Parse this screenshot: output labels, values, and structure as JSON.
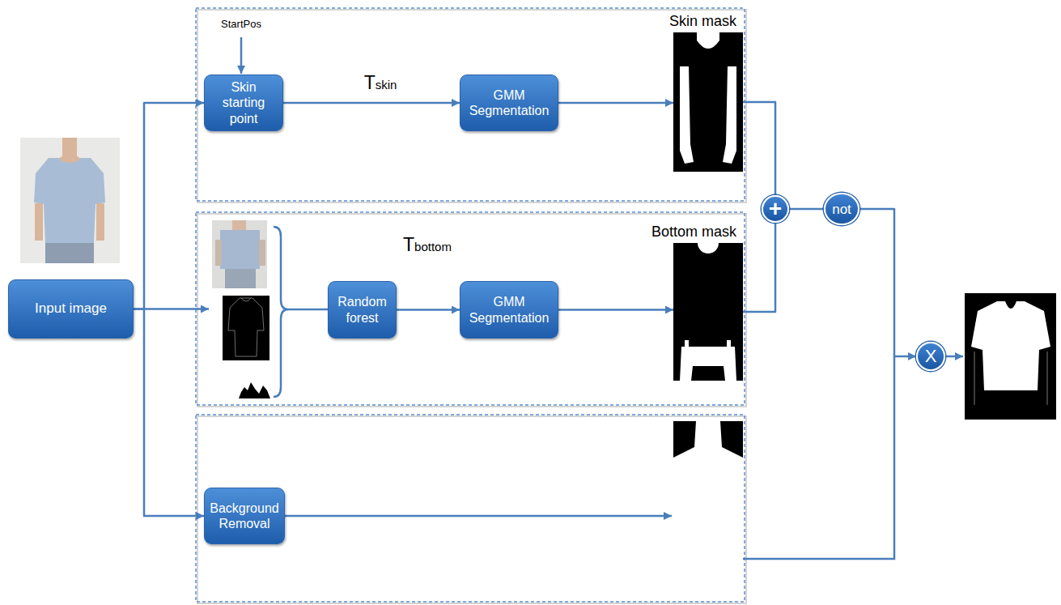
{
  "diagram": {
    "nodes": [
      {
        "text": [
          "Input image"
        ]
      },
      {
        "text": [
          "Skin starting point"
        ]
      },
      {
        "text": [
          "GMM Segmentation"
        ]
      },
      {
        "text": [
          "Skin mask"
        ]
      },
      {
        "text": [
          "Random forest"
        ]
      },
      {
        "text": [
          "GMM Segmentation"
        ]
      },
      {
        "text": [
          "Bottom mask"
        ]
      },
      {
        "text": [
          "Background Removal"
        ]
      },
      {
        "text": [
          "+"
        ]
      },
      {
        "text": [
          "not"
        ]
      },
      {
        "text": [
          "X"
        ]
      }
    ],
    "edges": [
      {
        "from": 0,
        "to": 1,
        "arrow": "to"
      },
      {
        "from": 0,
        "to": 7,
        "arrow": "to"
      },
      {
        "from": 1,
        "to": 2,
        "arrow": "to",
        "label": "Tskin"
      },
      {
        "from": 2,
        "to": 3,
        "arrow": "to"
      },
      {
        "from": 4,
        "to": 5,
        "arrow": "to",
        "label": "Tbottom"
      },
      {
        "from": 5,
        "to": 6,
        "arrow": "to"
      },
      {
        "from": 3,
        "to": 8,
        "arrow": "none"
      },
      {
        "from": 6,
        "to": 8,
        "arrow": "none"
      },
      {
        "from": 8,
        "to": 9,
        "arrow": "none"
      },
      {
        "from": 9,
        "to": 10,
        "arrow": "to"
      }
    ],
    "labels": [
      "StartPos"
    ]
  }
}
